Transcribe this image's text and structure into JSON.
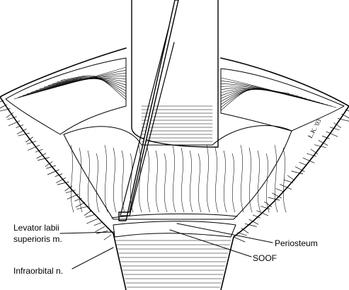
{
  "labels": {
    "levator_line1": "Levator labii",
    "levator_line2": "superioris m.",
    "infraorbital": "Infraorbital n.",
    "periosteum": "Periosteum",
    "soof": "SOOF"
  },
  "signature": "L.K. '03",
  "colors": {
    "ink": "#000000",
    "background": "#ffffff"
  }
}
